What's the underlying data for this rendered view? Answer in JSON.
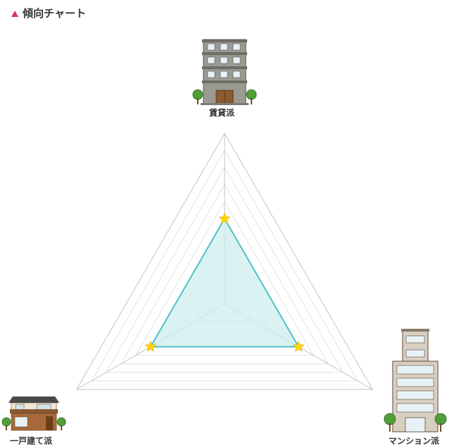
{
  "header": {
    "title": "傾向チャート",
    "icon": "triangle-up-icon",
    "icon_color": "#d9336b"
  },
  "chart_data": {
    "type": "radar",
    "title": "傾向チャート",
    "axes": [
      "賃貸派",
      "マンション派",
      "一戸建て派"
    ],
    "axis_icons": [
      "apartment-building-icon",
      "tower-mansion-icon",
      "detached-house-icon"
    ],
    "max": 10,
    "rings": 10,
    "series": [
      {
        "values": [
          5,
          5,
          5
        ],
        "fill": "#cdeeee",
        "stroke": "#4fc1c6",
        "marker": "star",
        "marker_color": "#ffd400"
      }
    ]
  }
}
